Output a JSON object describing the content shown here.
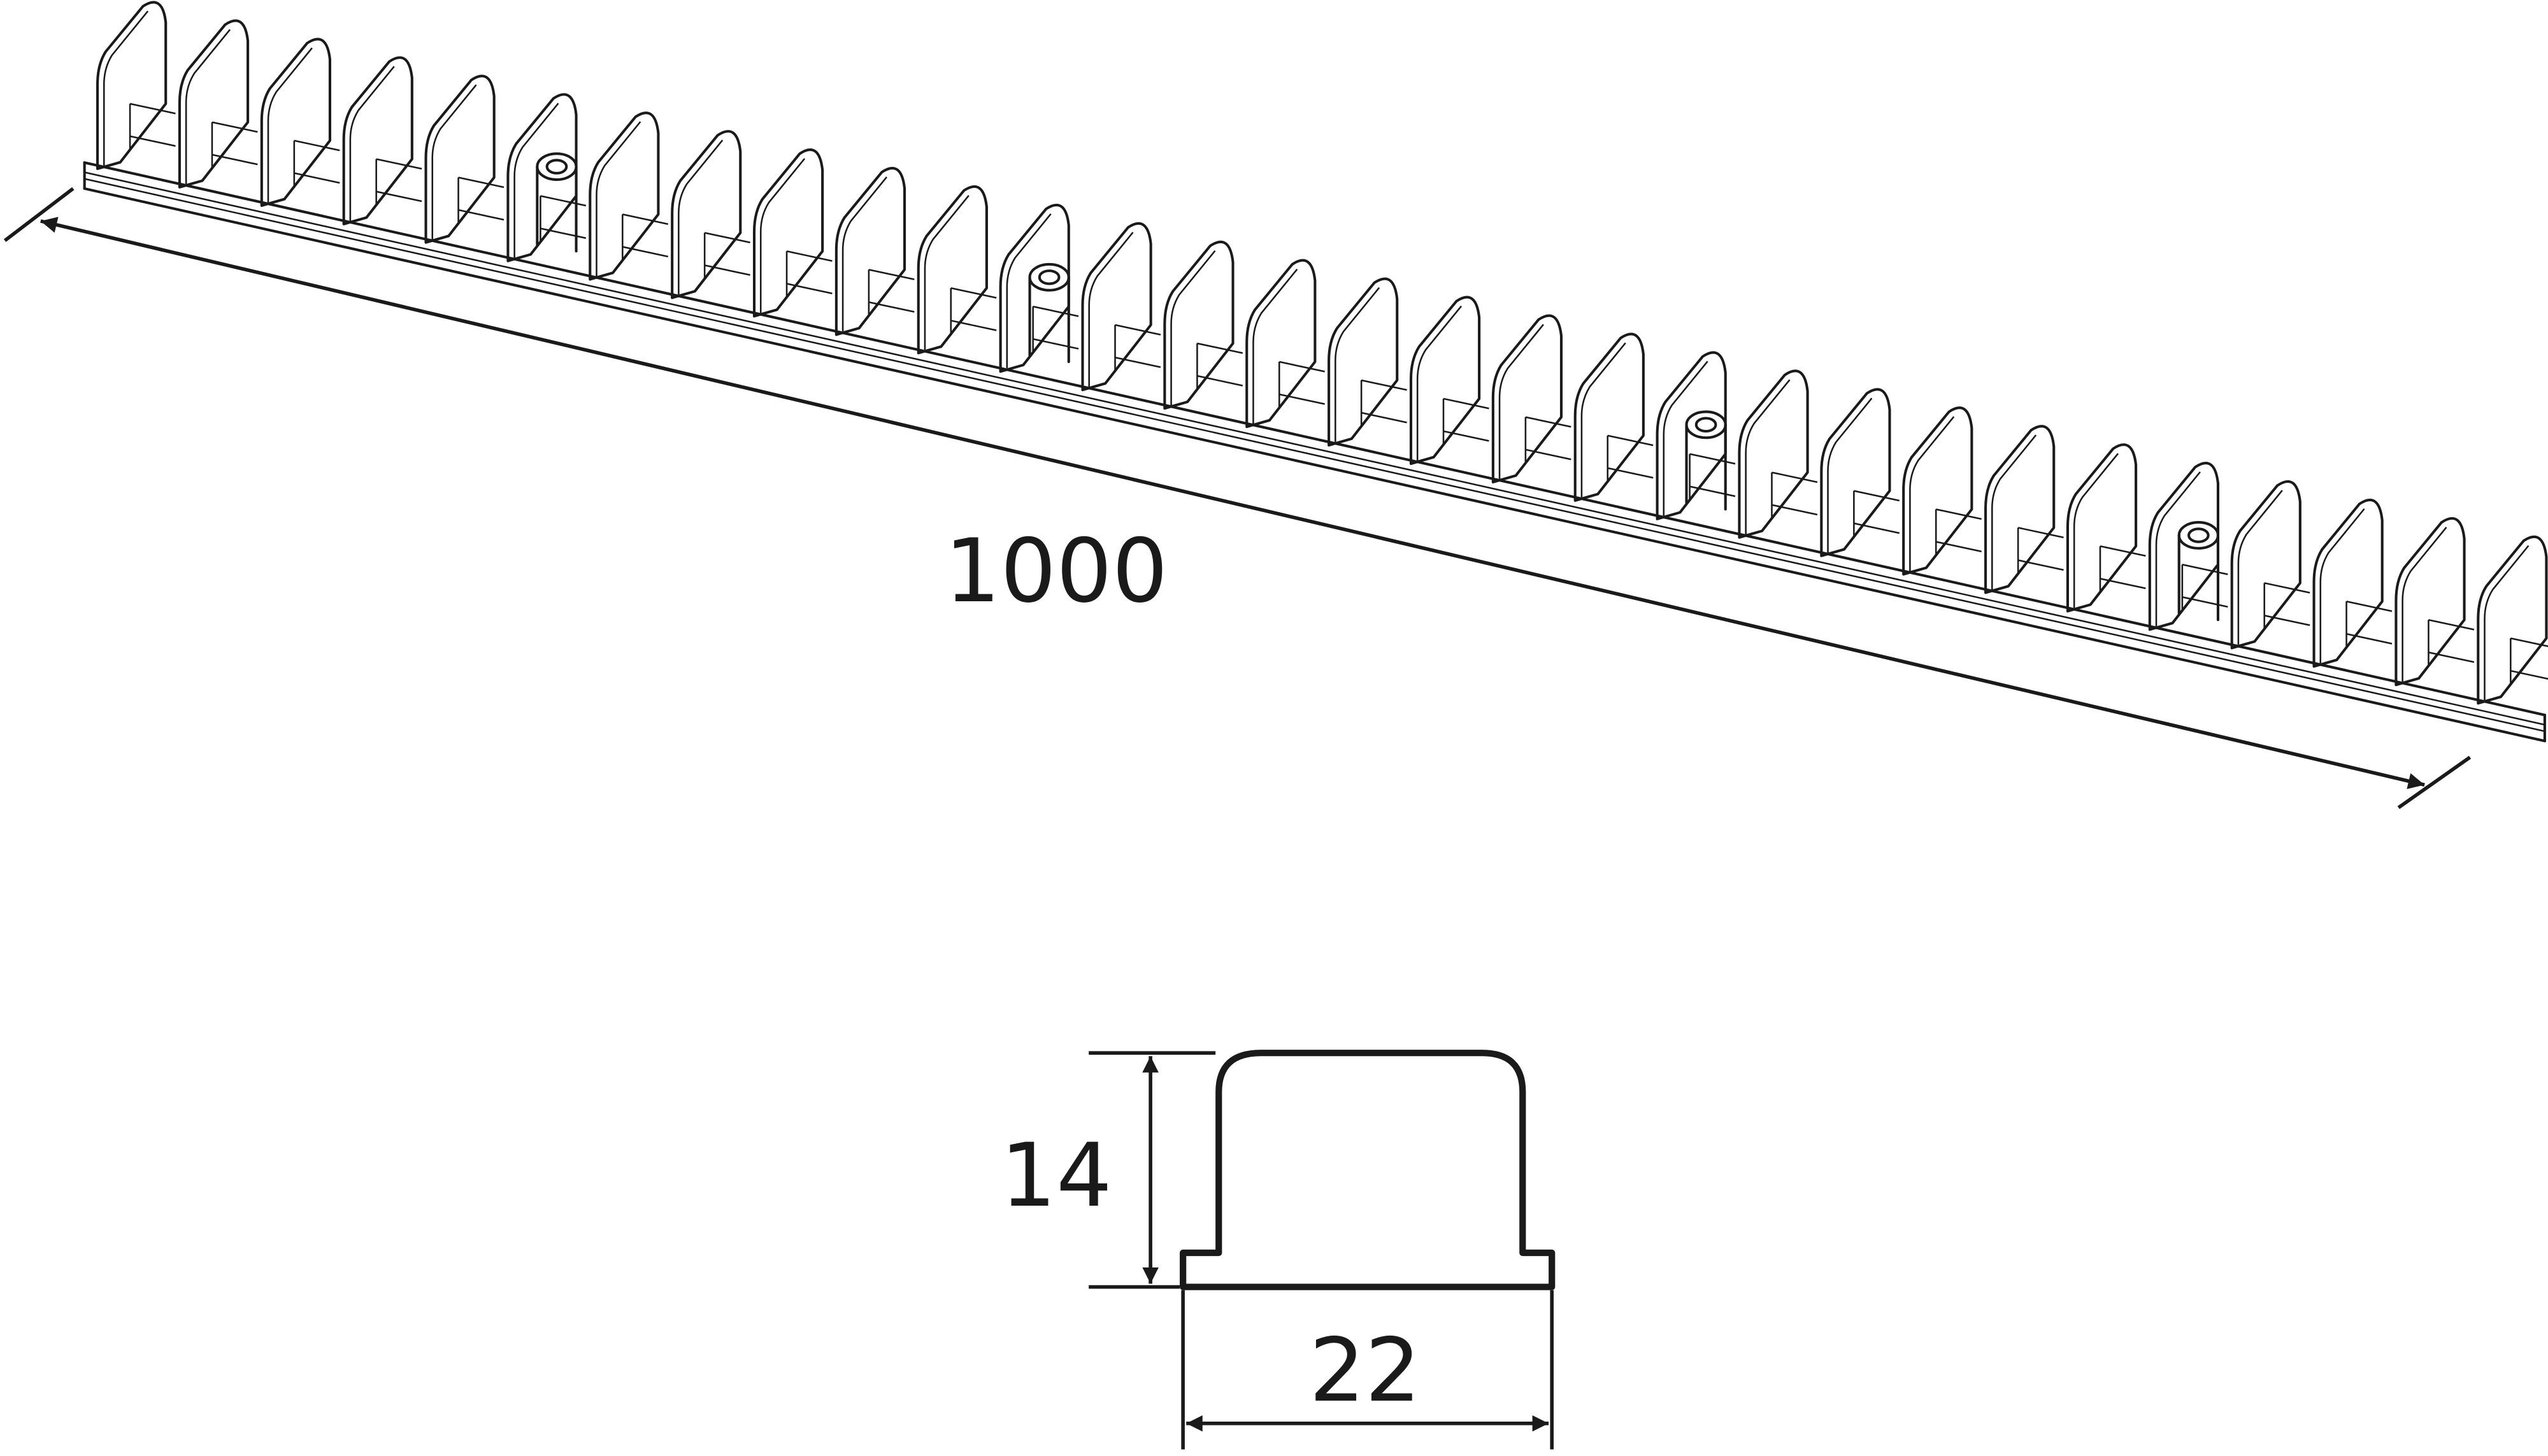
{
  "drawing": {
    "length_dimension": "1000",
    "height_dimension": "14",
    "width_dimension": "22",
    "clip_count": 30,
    "fixing_boss_positions": [
      5,
      11,
      19,
      25
    ]
  }
}
